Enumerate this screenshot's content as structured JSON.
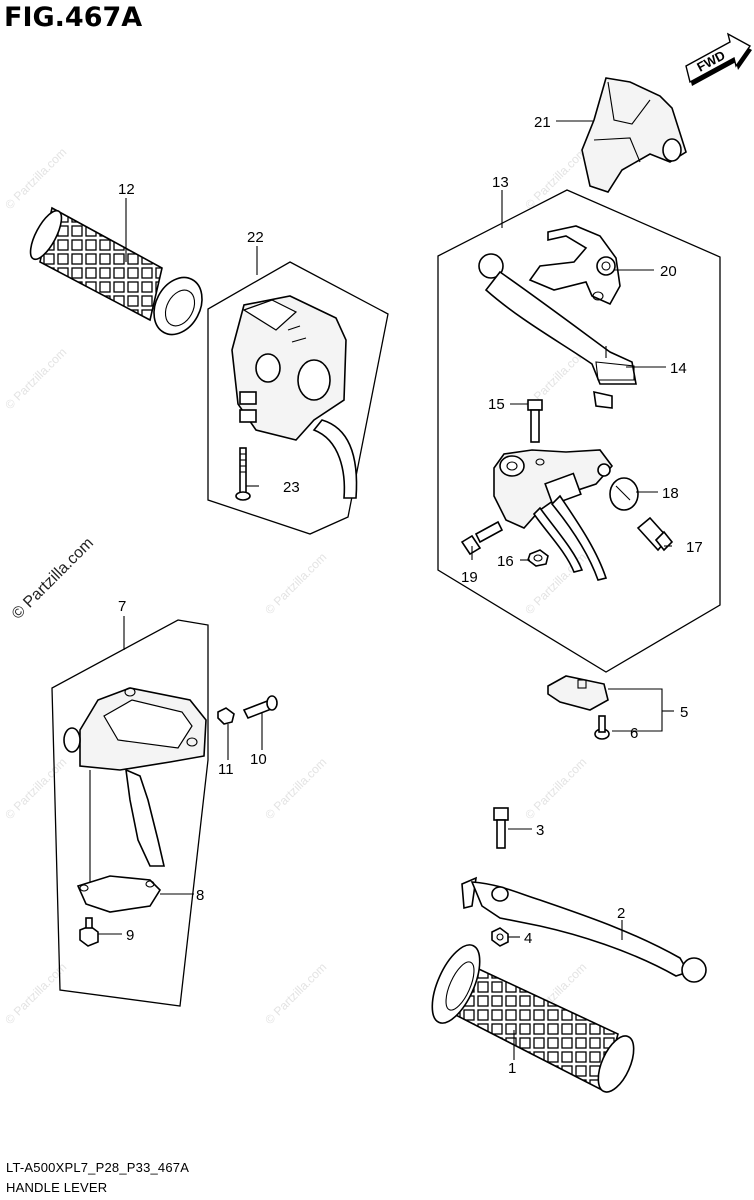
{
  "figure": {
    "title": "FIG.467A",
    "footer_code": "LT-A500XPL7_P28_P33_467A",
    "footer_name": "HANDLE LEVER",
    "direction_tag": "FWD",
    "watermark": "© Partzilla.com"
  },
  "callouts": {
    "p1": "1",
    "p2": "2",
    "p3": "3",
    "p4": "4",
    "p5": "5",
    "p6": "6",
    "p7": "7",
    "p8": "8",
    "p9": "9",
    "p10": "10",
    "p11": "11",
    "p12": "12",
    "p13": "13",
    "p14": "14",
    "p15": "15",
    "p16": "16",
    "p17": "17",
    "p18": "18",
    "p19": "19",
    "p20": "20",
    "p21": "21",
    "p22": "22",
    "p23": "23"
  }
}
